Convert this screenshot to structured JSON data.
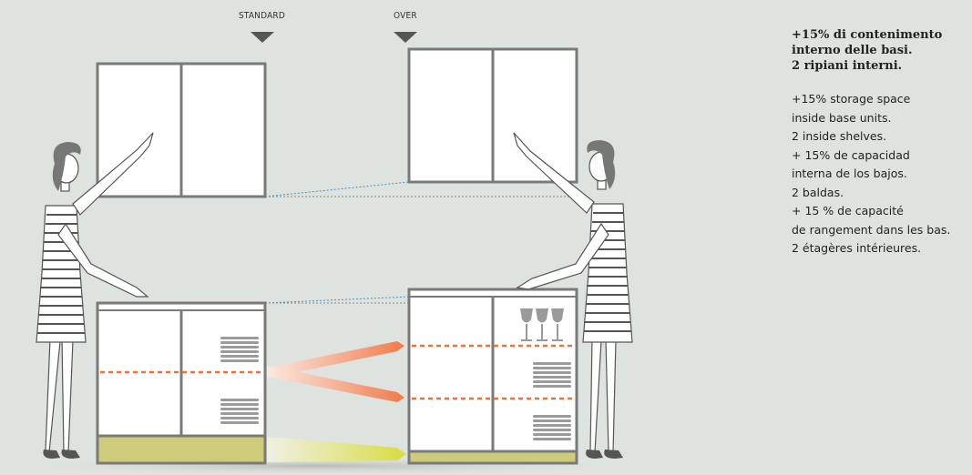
{
  "labels": {
    "standard": "STANDARD",
    "over": "OVER"
  },
  "description": {
    "italian": [
      "+15% di contenimento",
      "interno delle basi.",
      "2 ripiani interni."
    ],
    "translations": [
      "+15% storage space",
      "inside base units.",
      "2 inside shelves.",
      "+ 15% de capacidad",
      "interna de los bajos.",
      "2 baldas.",
      "+ 15 % de capacité",
      "de rangement dans les bas.",
      "2 étagères intérieures."
    ]
  },
  "colors": {
    "background": "#dfe3df",
    "cabinet_border": "#7a7a7a",
    "cabinet_fill": "#ffffff",
    "plinth": "#cfcb7d",
    "shelf_line": "#e8743c",
    "guide_line": "#4a90c8"
  }
}
